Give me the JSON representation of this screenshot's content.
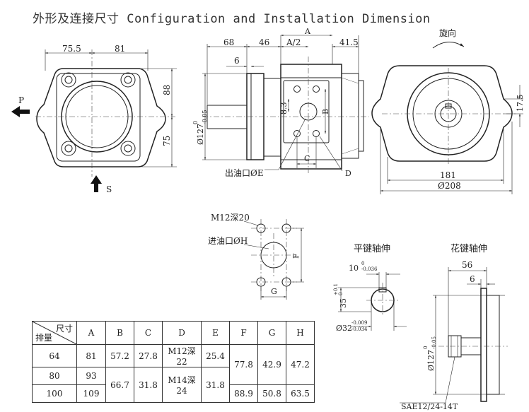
{
  "title": "外形及连接尺寸 Configuration and Installation Dimension",
  "labels": {
    "port_p": "P",
    "port_s": "S",
    "rotation": "旋向",
    "outlet": "出油口ØE",
    "inlet": "进油口ØH",
    "tapped_hole": "M12深20",
    "flat_key_shaft": "平键轴伸",
    "spline_shaft": "花键轴伸",
    "spline_spec": "SAE12/24-14T"
  },
  "dims": {
    "d75_5": "75.5",
    "d81": "81",
    "d88": "88",
    "d75": "75",
    "d68": "68",
    "d46": "46",
    "dA2": "A/2",
    "dA": "A",
    "d41_5": "41.5",
    "d6": "6",
    "d127": "Ø127",
    "tol127": "0\n-0.05",
    "d8_3": "8.3",
    "dB": "B",
    "dC": "C",
    "dD": "D",
    "d17_5": "17.5",
    "d181": "181",
    "d208": "Ø208",
    "dF": "F",
    "dG": "G",
    "d10": "10",
    "tol10": "0\n-0.036",
    "d35": "35",
    "tol35": "+0.1\n0",
    "d32": "Ø32",
    "tol32": "-0.009\n-0.034",
    "d56": "56",
    "d6b": "6",
    "d127b": "Ø127",
    "tol127b": "0\n-0.05"
  },
  "table": {
    "header_top": "尺寸",
    "header_bottom": "排量",
    "columns": [
      "A",
      "B",
      "C",
      "D",
      "E",
      "F",
      "G",
      "H"
    ],
    "rows": [
      [
        "64",
        "81",
        "57.2",
        "27.8",
        "M12深22",
        "25.4",
        "77.8",
        "42.9",
        "47.2"
      ],
      [
        "80",
        "93",
        "66.7",
        "31.8",
        "M14深24",
        "31.8",
        "",
        "",
        ""
      ],
      [
        "100",
        "109",
        "",
        "",
        "",
        "",
        "88.9",
        "50.8",
        "63.5"
      ]
    ]
  }
}
